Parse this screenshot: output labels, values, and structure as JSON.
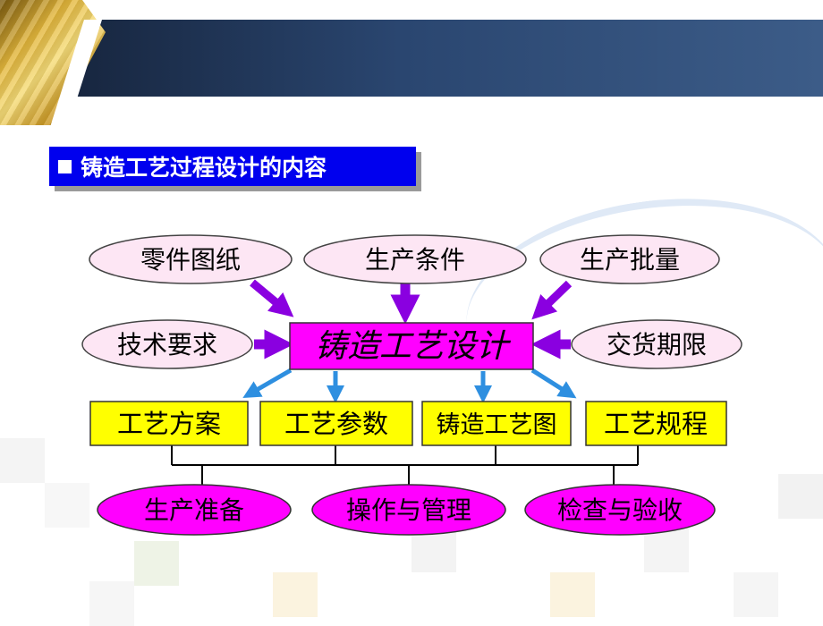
{
  "section_title": "铸造工艺过程设计的内容",
  "colors": {
    "header": "#1f3352",
    "title_bg": "#0000ee",
    "input_ellipse": "#fde6f4",
    "center_box": "#ff00ff",
    "output_box": "#ffff00",
    "bottom_ellipse": "#ff00ff",
    "input_arrow": "#8a00e0",
    "output_arrow": "#2e8fe0"
  },
  "inputs": {
    "top": [
      "零件图纸",
      "生产条件",
      "生产批量"
    ],
    "left": "技术要求",
    "right": "交货期限"
  },
  "center": "铸造工艺设计",
  "outputs": [
    "工艺方案",
    "工艺参数",
    "铸造工艺图",
    "工艺规程"
  ],
  "applications": [
    "生产准备",
    "操作与管理",
    "检查与验收"
  ]
}
